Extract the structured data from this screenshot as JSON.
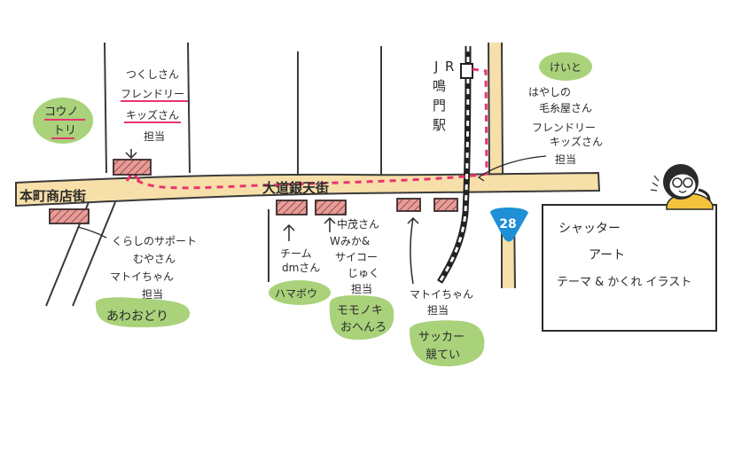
{
  "colors": {
    "street": "#f7dfa9",
    "street_edge": "#3a3a3a",
    "route": "#e8356f",
    "shop_fill": "#e79c98",
    "green_badge": "#a9d27a",
    "route_badge": "#1f8fd6",
    "ink": "#2a2a2a"
  },
  "map": {
    "street_main": "本町商店街",
    "street_ginza": "大道銀天街",
    "station": [
      "J",
      "R",
      "鳴",
      "門",
      "駅"
    ],
    "route_number": "28"
  },
  "groups": {
    "top_left": {
      "lines": [
        "つくしさん",
        "フレンドリー",
        "キッズさん",
        "担当"
      ],
      "badge": [
        "コウノ",
        "トリ"
      ]
    },
    "bottom_left": {
      "lines": [
        "くらしのサポート",
        "むやさん",
        "マトイちゃん",
        "担当"
      ],
      "badge": "あわおどり"
    },
    "middle_left": {
      "lines": [
        "チーム",
        "dmさん"
      ],
      "badge": "ハマボウ"
    },
    "middle": {
      "lines": [
        "中茂さん",
        "Wみか&",
        "サイコー",
        "じゅく",
        "担当"
      ],
      "badge": [
        "モモノキ",
        "おへんろ"
      ]
    },
    "station_bottom": {
      "lines": [
        "マトイちゃん",
        "担当"
      ],
      "badge": [
        "サッカー",
        "競てい"
      ]
    },
    "top_right": {
      "badge": "けいと",
      "lines": [
        "はやしの",
        "毛糸屋さん",
        "フレンドリー",
        "キッズさん",
        "担当"
      ]
    }
  },
  "info_box": {
    "line1": "シャッター",
    "line2": "アート",
    "line3": "テーマ & かくれ イラスト"
  }
}
